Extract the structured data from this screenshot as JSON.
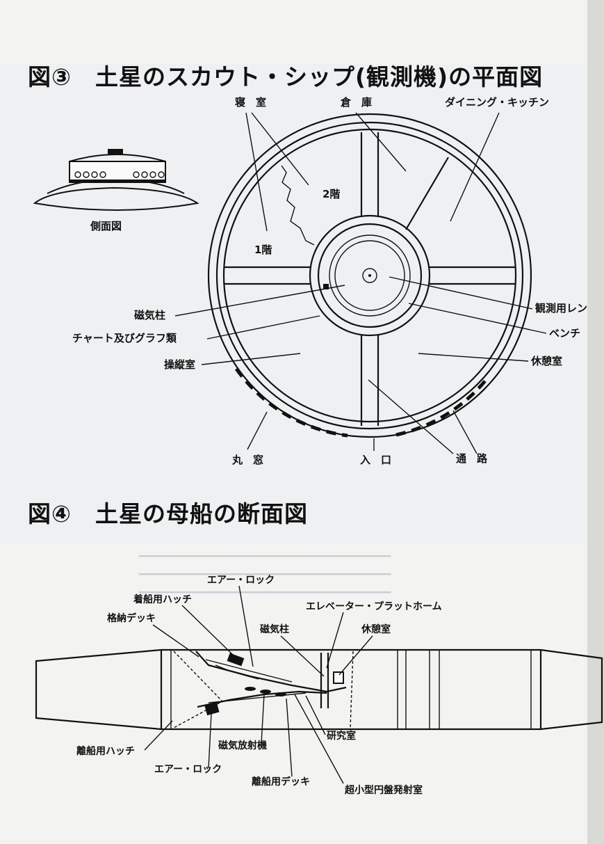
{
  "figure3": {
    "title": "図③　土星のスカウト・シップ(観測機)の平面図",
    "side_view_label": "側面図",
    "labels": {
      "bedroom": "寝　室",
      "storage": "倉　庫",
      "dining_kitchen": "ダイニング・キッチン",
      "floor2": "2階",
      "floor1": "1階",
      "magnetic_pillar": "磁気柱",
      "charts_graphs": "チャート及びグラフ類",
      "control_room": "操縦室",
      "observation_lens": "観測用レン",
      "bench": "ベンチ",
      "rest_room": "休憩室",
      "round_window": "丸　窓",
      "entrance": "入　口",
      "passage": "通　路"
    }
  },
  "figure4": {
    "title": "図④　土星の母船の断面図",
    "labels": {
      "airlock_top": "エアー・ロック",
      "landing_hatch": "着船用ハッチ",
      "storage_deck": "格納デッキ",
      "elevator_platform": "エレベーター・プラットホーム",
      "magnetic_pillar": "磁気柱",
      "rest_room": "休憩室",
      "departure_hatch": "離船用ハッチ",
      "airlock_bottom": "エアー・ロック",
      "magnetic_emitter": "磁気放射機",
      "research_room": "研究室",
      "departure_deck": "離船用デッキ",
      "disc_launch_room": "超小型円盤発射室"
    }
  }
}
